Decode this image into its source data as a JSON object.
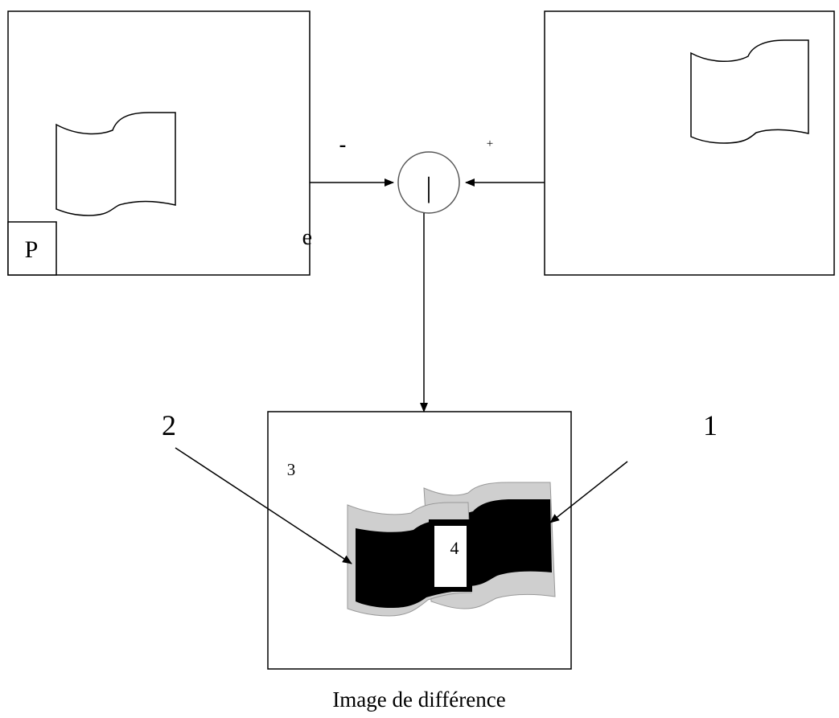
{
  "diagram": {
    "left_frame": {
      "corner_label": "P",
      "overlap_fragment": "e"
    },
    "operator": {
      "minus_sign": "-",
      "plus_sign": "+",
      "inner_symbol": "|"
    },
    "result_frame": {
      "callout_1": "1",
      "callout_2": "2",
      "callout_3": "3",
      "callout_4": "4"
    },
    "caption": "Image de différence"
  },
  "colors": {
    "stroke": "#000000",
    "operator_circle": "#555555",
    "halo": "#cfcfcf",
    "fill_dark": "#000000"
  }
}
